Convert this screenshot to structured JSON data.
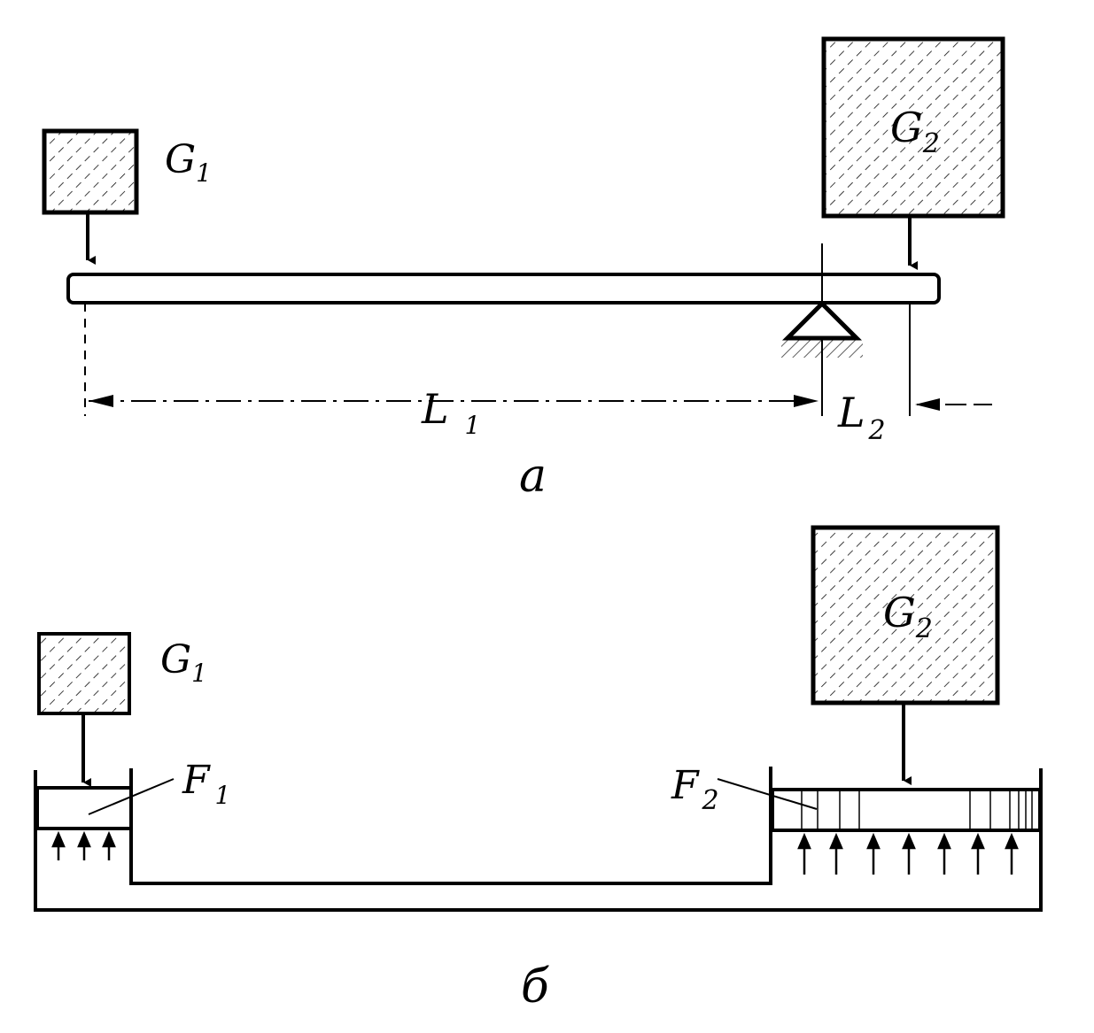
{
  "figure_a": {
    "caption": "a",
    "weights": {
      "g1": {
        "letter": "G",
        "sub": "1"
      },
      "g2": {
        "letter": "G",
        "sub": "2"
      }
    },
    "lengths": {
      "l1": {
        "letter": "L",
        "sub": "1"
      },
      "l2": {
        "letter": "L",
        "sub": "2"
      }
    }
  },
  "figure_b": {
    "caption": "б",
    "weights": {
      "g1": {
        "letter": "G",
        "sub": "1"
      },
      "g2": {
        "letter": "G",
        "sub": "2"
      }
    },
    "areas": {
      "f1": {
        "letter": "F",
        "sub": "1"
      },
      "f2": {
        "letter": "F",
        "sub": "2"
      }
    }
  },
  "colors": {
    "ink": "#000000",
    "background": "#ffffff"
  }
}
